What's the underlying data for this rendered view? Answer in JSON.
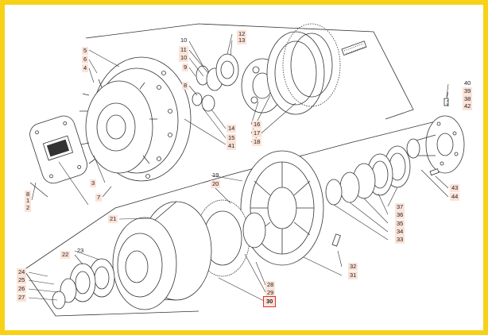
{
  "colors": {
    "frame": "#f7d117",
    "label_bg": "#fbe3d8",
    "highlight": "#e03030",
    "line": "#333333"
  },
  "callouts": {
    "p1": "1",
    "p2": "2",
    "p3": "3",
    "p4": "4",
    "p5": "5",
    "p6": "6",
    "p7": "7",
    "p8": "8",
    "p9": "9",
    "p10a": "10",
    "p10b": "10",
    "p11": "11",
    "p12": "12",
    "p13": "13",
    "p14": "14",
    "p15": "15",
    "p16": "16",
    "p17": "17",
    "p18": "18",
    "p19": "19",
    "p20": "20",
    "p21": "21",
    "p22": "22",
    "p23": "23",
    "p24": "24",
    "p25": "25",
    "p26": "26",
    "p27": "27",
    "p28": "28",
    "p29": "29",
    "p30": "30",
    "p31": "31",
    "p32": "32",
    "p33": "33",
    "p34": "34",
    "p35": "35",
    "p36": "36",
    "p37": "37",
    "p38": "38",
    "p39": "39",
    "p40": "40",
    "p41": "41",
    "p42": "42",
    "p43": "43",
    "p44": "44"
  },
  "selected_part": "30"
}
